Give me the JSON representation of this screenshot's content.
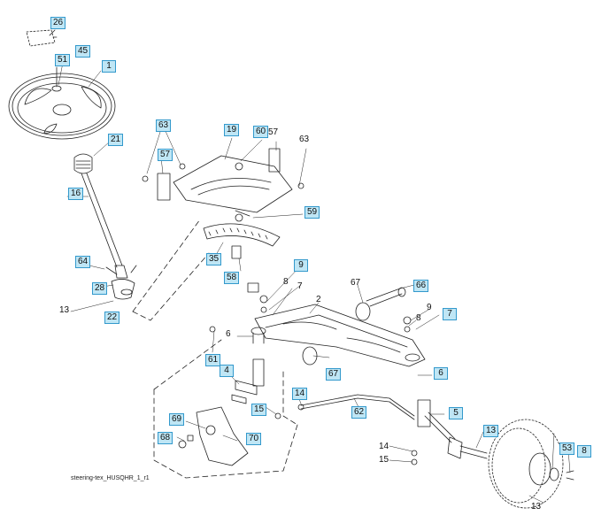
{
  "caption": "steering-tex_HUSQHR_1_r1",
  "labels": {
    "l26": "26",
    "l45": "45",
    "l51": "51",
    "l1": "1",
    "l21": "21",
    "l16": "16",
    "l64": "64",
    "l28": "28",
    "l13a": "13",
    "l22": "22",
    "l63a": "63",
    "l57a": "57",
    "l19": "19",
    "l60": "60",
    "l57b": "57",
    "l63b": "63",
    "l59": "59",
    "l35": "35",
    "l58": "58",
    "l9a": "9",
    "l8a": "8",
    "l7a": "7",
    "l2": "2",
    "l67a": "67",
    "l66": "66",
    "l6a": "6",
    "l61": "61",
    "l9b": "9",
    "l8b": "8",
    "l7b": "7",
    "l67b": "67",
    "l6b": "6",
    "l4": "4",
    "l15a": "15",
    "l14a": "14",
    "l62": "62",
    "l5": "5",
    "l69": "69",
    "l68": "68",
    "l70": "70",
    "l14b": "14",
    "l15b": "15",
    "l13b": "13",
    "l53": "53",
    "l8c": "8",
    "l13c": "13"
  }
}
